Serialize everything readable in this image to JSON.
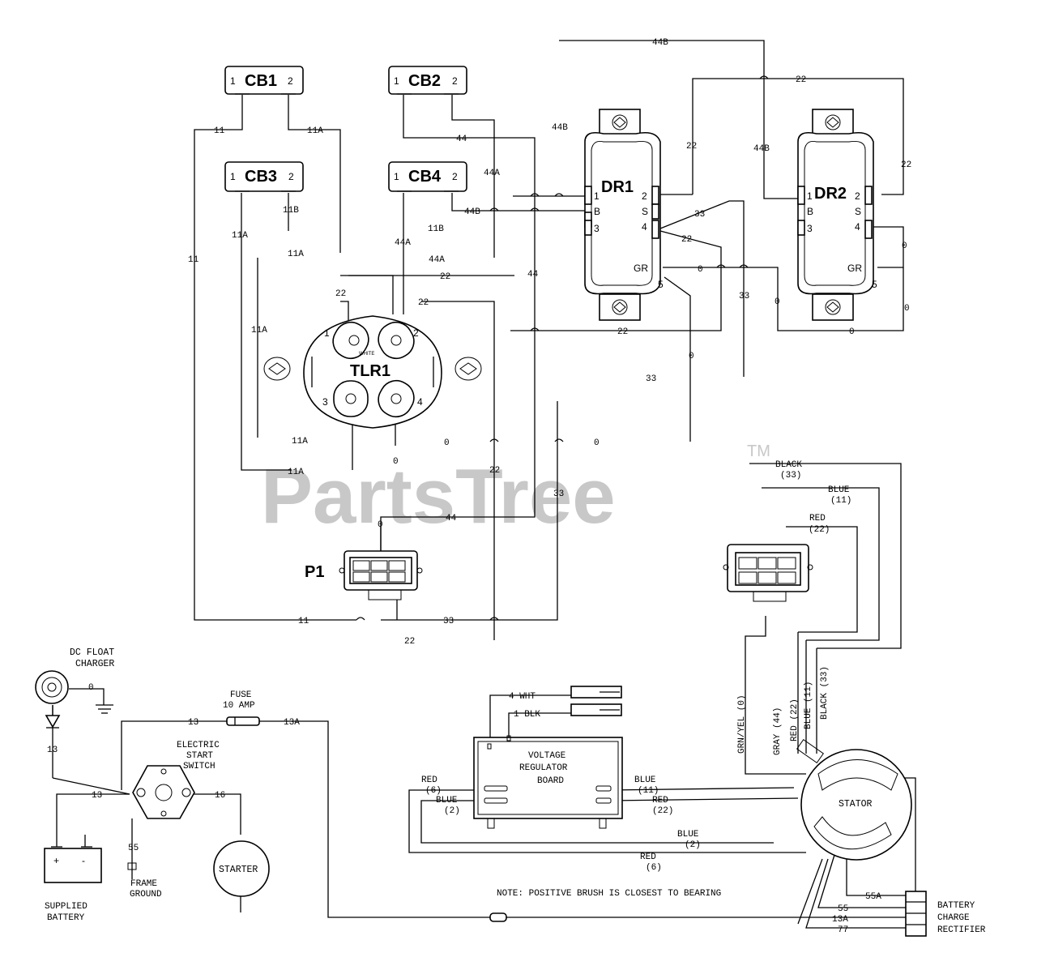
{
  "watermark": {
    "text": "PartsTree",
    "tm": "TM"
  },
  "components": {
    "cb1": {
      "label": "CB1",
      "pin1": "1",
      "pin2": "2"
    },
    "cb2": {
      "label": "CB2",
      "pin1": "1",
      "pin2": "2"
    },
    "cb3": {
      "label": "CB3",
      "pin1": "1",
      "pin2": "2"
    },
    "cb4": {
      "label": "CB4",
      "pin1": "1",
      "pin2": "2"
    },
    "dr1": {
      "label": "DR1",
      "pins": [
        "1",
        "B",
        "3",
        "2",
        "S",
        "4",
        "GR",
        "5"
      ]
    },
    "dr2": {
      "label": "DR2",
      "pins": [
        "1",
        "B",
        "3",
        "2",
        "S",
        "4",
        "GR",
        "5"
      ]
    },
    "tlr1": {
      "label": "TLR1",
      "pins": [
        "1",
        "2",
        "3",
        "4"
      ],
      "small": "WHITE"
    },
    "p1": {
      "label": "P1"
    },
    "stator": {
      "label": "STATOR"
    },
    "starter": {
      "label": "STARTER"
    },
    "voltage_regulator": {
      "line1": "VOLTAGE",
      "line2": "REGULATOR",
      "line3": "BOARD"
    },
    "dc_float_charger": {
      "line1": "DC FLOAT",
      "line2": "CHARGER"
    },
    "fuse": {
      "line1": "FUSE",
      "line2": "10 AMP"
    },
    "electric_start_switch": {
      "line1": "ELECTRIC",
      "line2": "START",
      "line3": "SWITCH"
    },
    "battery": {
      "line1": "SUPPLIED",
      "line2": "BATTERY",
      "plus": "+",
      "minus": "-"
    },
    "frame_ground": {
      "line1": "FRAME",
      "line2": "GROUND"
    },
    "battery_charge_rectifier": {
      "line1": "BATTERY",
      "line2": "CHARGE",
      "line3": "RECTIFIER"
    }
  },
  "wire_labels": {
    "w44b_top": "44B",
    "w22_top": "22",
    "w11_cb1": "11",
    "w11a_cb1": "11A",
    "w44_cb2": "44",
    "w44b_mid": "44B",
    "w44a_cb2": "44A",
    "w22_dr1": "22",
    "w44b_dr2": "44B",
    "w22_dr2": "22",
    "w11b": "11B",
    "w44b_cb4": "44B",
    "w11a_cb3": "11A",
    "w11b2": "11B",
    "w11a_2": "11A",
    "w44a_cb4": "44A",
    "w11_left": "11",
    "w44a_tlr": "44A",
    "w22_tlr1": "22",
    "w44_tlr": "44",
    "w22_tlrleft": "22",
    "w22_tlr2": "22",
    "w33_dr1": "33",
    "w22_dr1b": "22",
    "w0_dr1": "0",
    "w33_v": "33",
    "w0_dr2a": "0",
    "w0_dr2b": "0",
    "w0_dr2c": "0",
    "w0_dr2d": "0",
    "w11a_tlr": "11A",
    "w22_mid": "22",
    "w0_mid": "0",
    "w33_mid": "33",
    "w11a_bot": "11A",
    "w0_tlrb": "0",
    "w0_right": "0",
    "w11a_bot2": "11A",
    "w0_p1": "0",
    "w22_p1": "22",
    "w33_p1": "33",
    "w44_p1": "44",
    "w0_p1b": "0",
    "w11_bottom": "11",
    "w33_bottom": "33",
    "w22_bottom": "22",
    "black33_a": "BLACK",
    "black33_b": "(33)",
    "blue11_a": "BLUE",
    "blue11_b": "(11)",
    "red22_a": "RED",
    "red22_b": "(22)",
    "w0_charger": "0",
    "w13_fuse": "13",
    "w13a_fuse": "13A",
    "w13_diode": "13",
    "w13_batt": "13",
    "w16": "16",
    "w55": "55",
    "wht4": "4 WHT",
    "blk1": "1 BLK",
    "red6_a": "RED",
    "red6_b": "(6)",
    "blue2_a": "BLUE",
    "blue2_b": "(2)",
    "blue11r_a": "BLUE",
    "blue11r_b": "(11)",
    "red22r_a": "RED",
    "red22r_b": "(22)",
    "blue2b_a": "BLUE",
    "blue2b_b": "(2)",
    "red6b_a": "RED",
    "red6b_b": "(6)",
    "grnyel": "GRN/YEL (0)",
    "gray44": "GRAY (44)",
    "red22s": "RED (22)",
    "blue11s": "BLUE (11)",
    "black33s": "BLACK (33)",
    "w55a": "55A",
    "w13a_r": "13A",
    "w77": "77"
  },
  "note": "NOTE: POSITIVE BRUSH IS CLOSEST TO BEARING"
}
